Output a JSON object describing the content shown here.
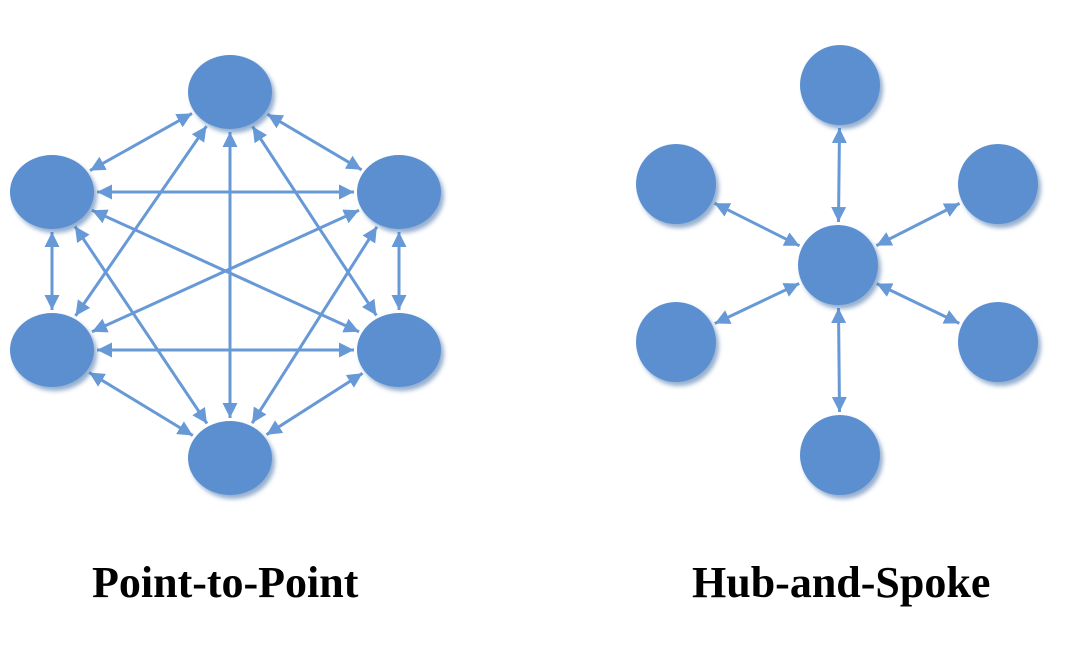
{
  "diagrams": [
    {
      "id": "point-to-point",
      "caption": "Point-to-Point",
      "topology": "fully-connected",
      "node_count": 6,
      "edge_direction": "bidirectional"
    },
    {
      "id": "hub-and-spoke",
      "caption": "Hub-and-Spoke",
      "topology": "star",
      "node_count": 7,
      "edge_direction": "bidirectional"
    }
  ],
  "colors": {
    "node_fill": "#5b8fd0",
    "node_shadow": "#3f6ea8",
    "edge": "#6699d6",
    "background": "#ffffff",
    "caption_text": "#000000"
  }
}
